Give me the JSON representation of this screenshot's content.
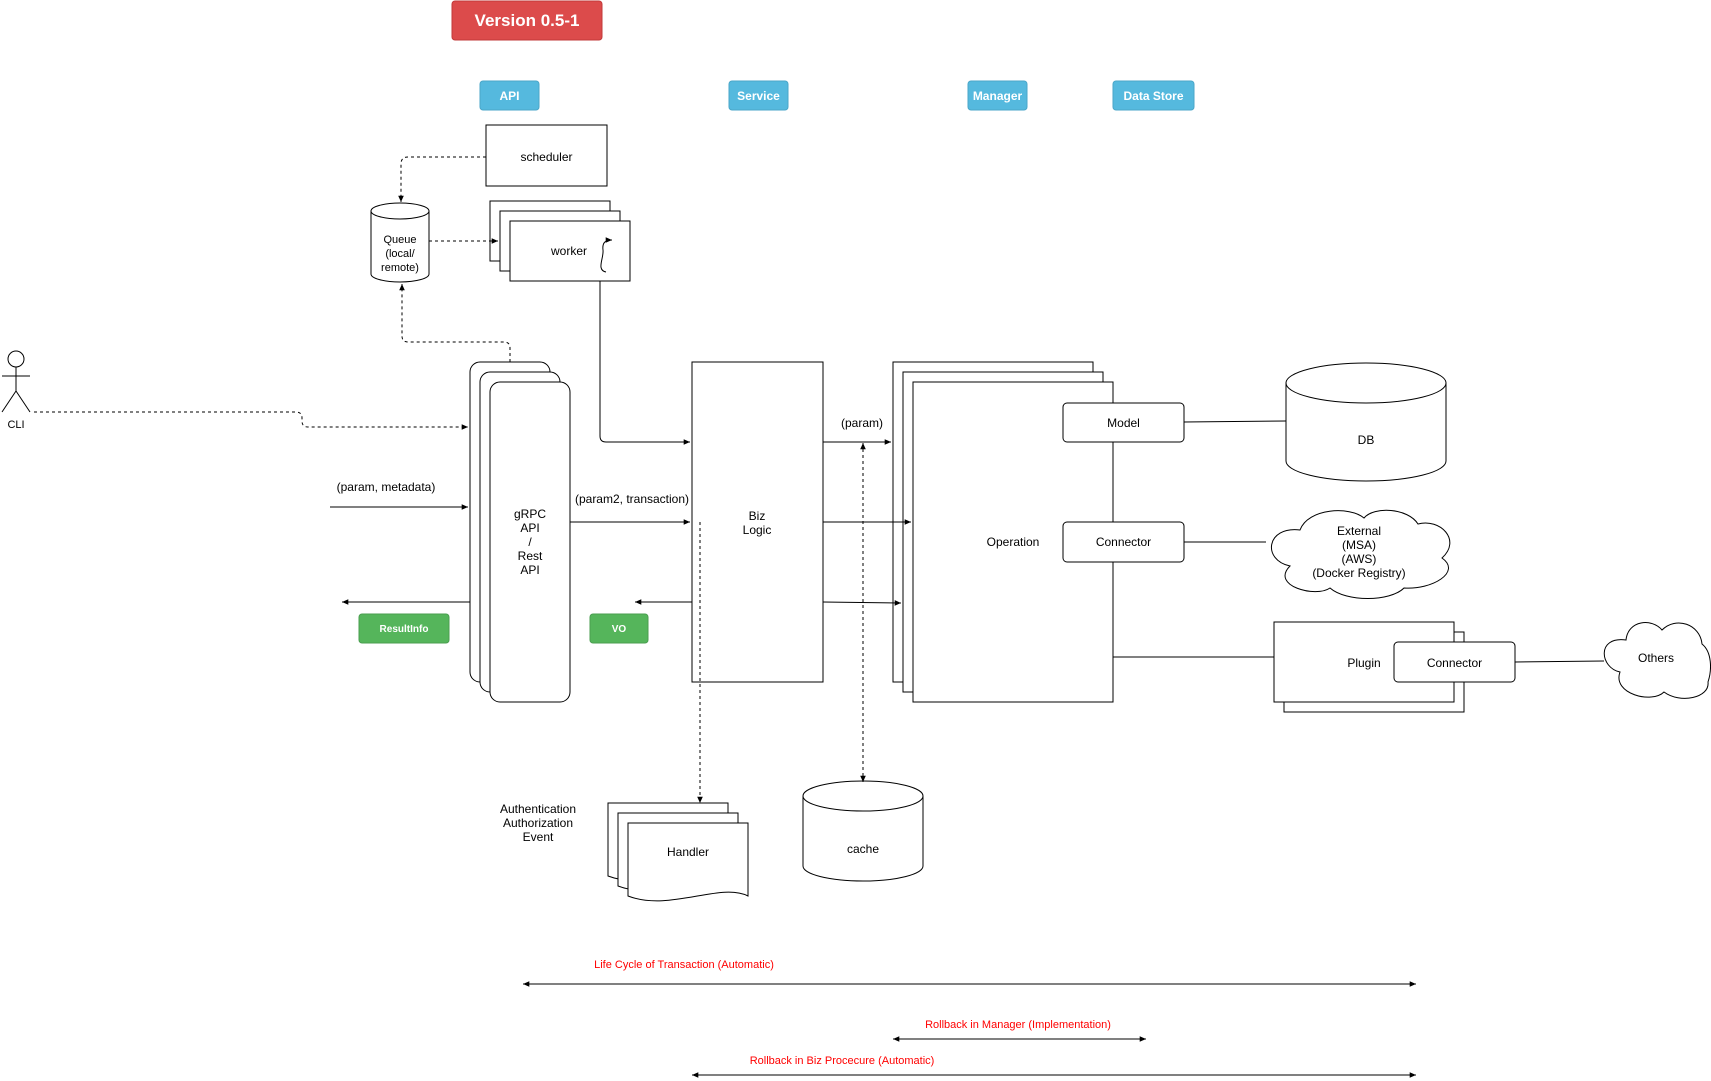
{
  "version": {
    "label": "Version 0.5-1",
    "color": "#dc4b4b"
  },
  "layers": {
    "api": "API",
    "service": "Service",
    "manager": "Manager",
    "data_store": "Data Store",
    "color": "#55b9de"
  },
  "nodes": {
    "scheduler": "scheduler",
    "worker": "worker",
    "queue": [
      "Queue",
      "(local/",
      "remote)"
    ],
    "cli": "CLI",
    "grpc": [
      "gRPC",
      "API",
      "/",
      "Rest",
      "API"
    ],
    "biz_logic": [
      "Biz",
      "Logic"
    ],
    "operation": "Operation",
    "model": "Model",
    "connector": "Connector",
    "db": "DB",
    "external": [
      "External",
      "(MSA)",
      "(AWS)",
      "(Docker Registry)"
    ],
    "plugin": "Plugin",
    "plugin_connector": "Connector",
    "others": "Others",
    "handler": "Handler",
    "handler_caption": [
      "Authentication",
      "Authorization",
      "Event"
    ],
    "cache": "cache"
  },
  "edge_labels": {
    "param_metadata": "(param, metadata)",
    "param2_transaction": "(param2, transaction)",
    "param": "(param)"
  },
  "badges": {
    "resultinfo": "ResultInfo",
    "vo": "VO",
    "color": "#55b55b"
  },
  "lifecycle": {
    "transaction": "Life Cycle of Transaction (Automatic)",
    "rollback_manager": "Rollback in Manager (Implementation)",
    "rollback_biz": "Rollback in Biz Procecure (Automatic)",
    "color": "#ff0000"
  }
}
